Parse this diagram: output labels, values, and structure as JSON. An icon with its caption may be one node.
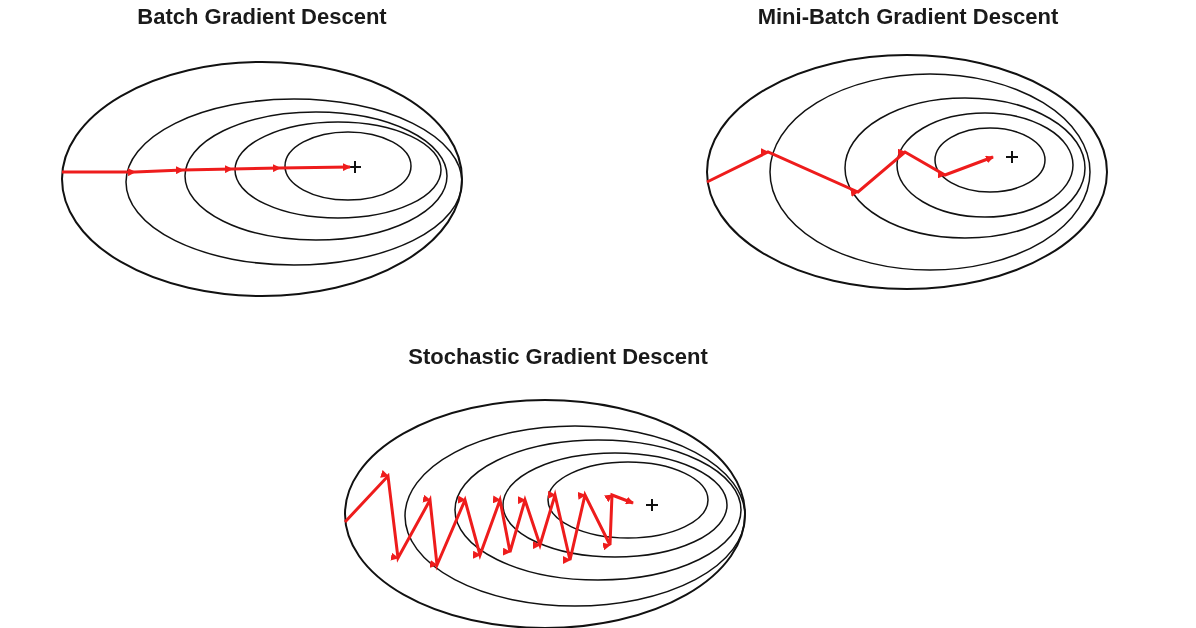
{
  "diagram": {
    "labels": [
      "Batch Gradient Descent",
      "Mini-Batch Gradient Descent",
      "Stochastic Gradient Descent"
    ]
  }
}
